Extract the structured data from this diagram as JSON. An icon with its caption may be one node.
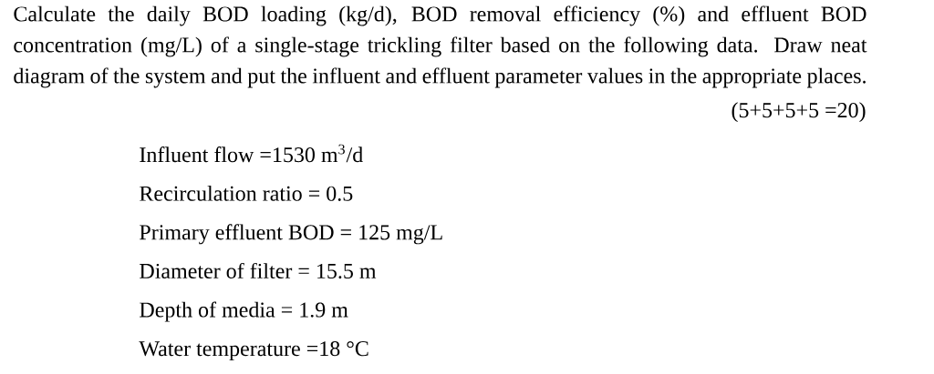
{
  "diagram": {
    "labels": [
      "Calculate the daily BOD loading (kg/d), BOD removal efficiency (%) and effluent BOD concentration (mg/L) of a single-stage trickling filter based on the following data. Draw neat diagram of the system and put the influent and effluent parameter values in the appropriate places.",
      "(5+5+5+5 =20)",
      "Influent flow =1530 m$^{3}$/d",
      "Recirculation ratio = 0.5",
      "Primary effluent BOD = 125 mg/L",
      "Diameter of filter = 15.5 m",
      "Depth of media = 1.9 m",
      "Water temperature =18 °C"
    ]
  }
}
